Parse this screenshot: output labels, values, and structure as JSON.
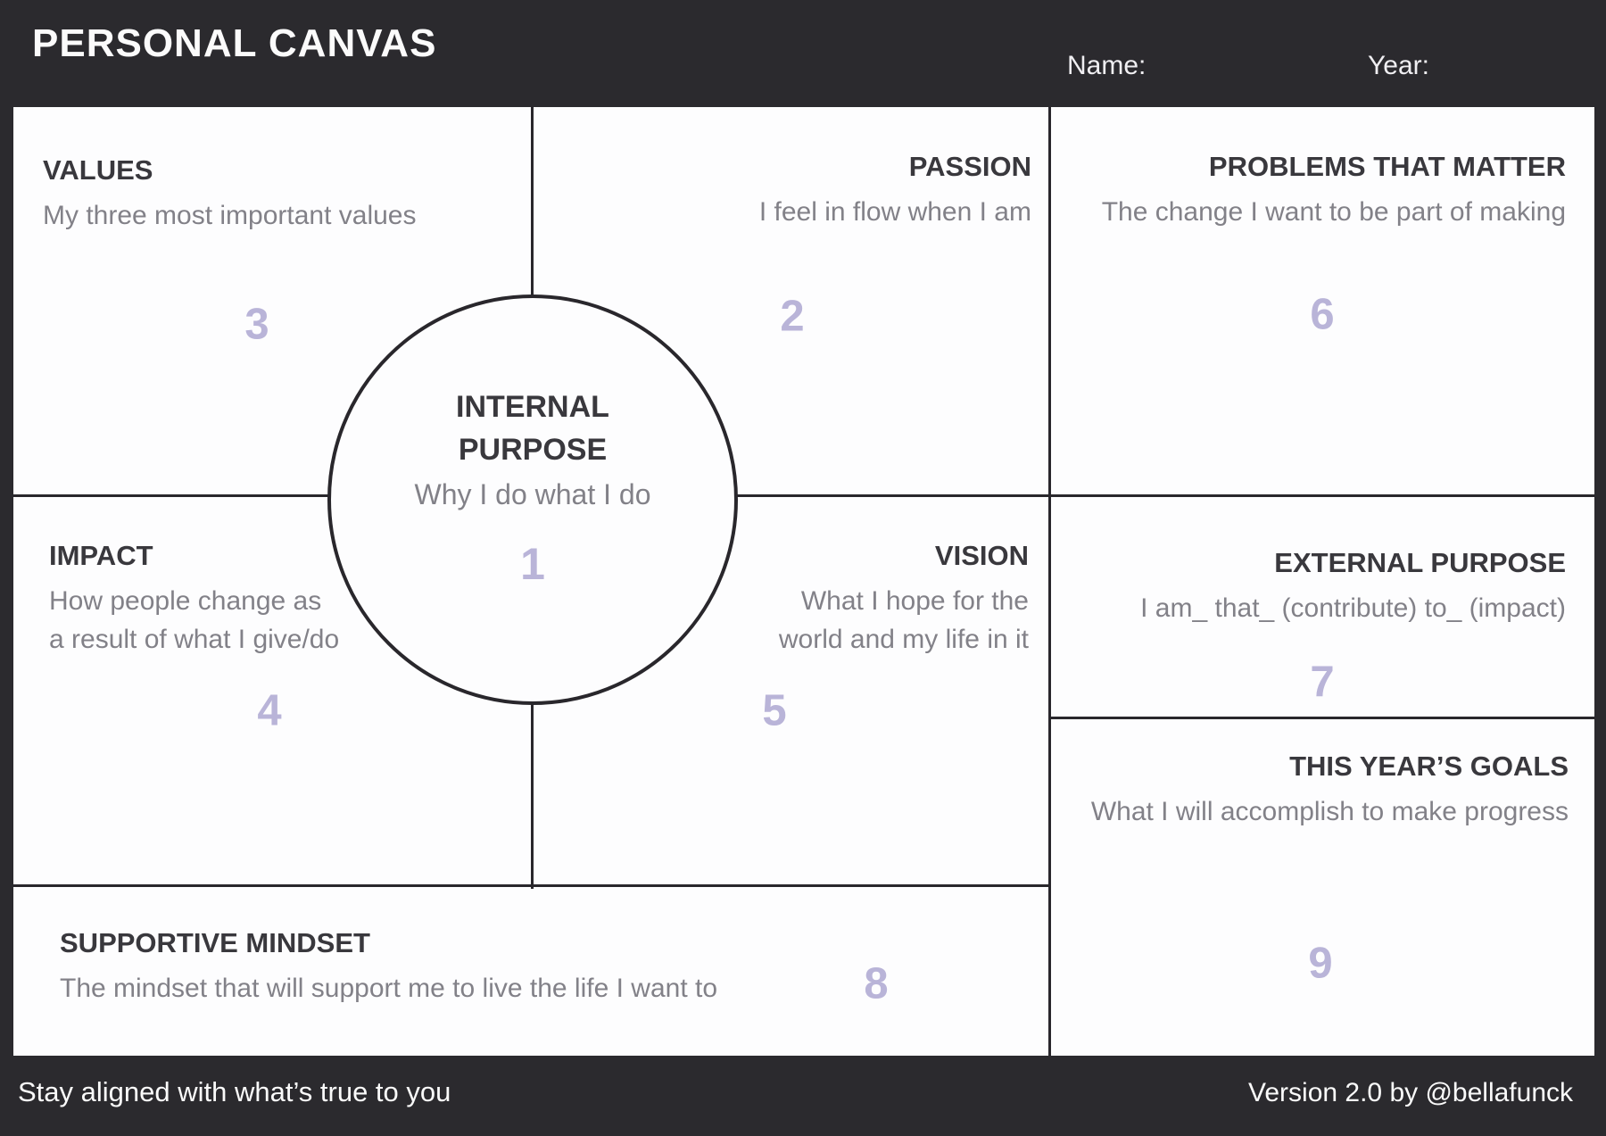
{
  "header": {
    "title": "PERSONAL CANVAS",
    "name_label": "Name:",
    "year_label": "Year:"
  },
  "sections": {
    "values": {
      "title": "VALUES",
      "subtitle": "My three most important values",
      "number": "3"
    },
    "passion": {
      "title": "PASSION",
      "subtitle": "I feel in flow when I am",
      "number": "2"
    },
    "problems": {
      "title": "PROBLEMS THAT MATTER",
      "subtitle": "The change I want to be part of making",
      "number": "6"
    },
    "impact": {
      "title": "IMPACT",
      "subtitle_line1": "How people change as",
      "subtitle_line2": "a result of what I give/do",
      "number": "4"
    },
    "internal_purpose": {
      "title_line1": "INTERNAL",
      "title_line2": "PURPOSE",
      "subtitle": "Why I do what I do",
      "number": "1"
    },
    "vision": {
      "title": "VISION",
      "subtitle_line1": "What I hope for the",
      "subtitle_line2": "world and my life in it",
      "number": "5"
    },
    "external_purpose": {
      "title": "EXTERNAL PURPOSE",
      "subtitle": "I am_ that_ (contribute) to_ (impact)",
      "number": "7"
    },
    "goals": {
      "title": "THIS YEAR’S GOALS",
      "subtitle": "What I will accomplish to make progress",
      "number": "9"
    },
    "mindset": {
      "title": "SUPPORTIVE MINDSET",
      "subtitle": "The mindset that will support me to live the life I want to",
      "number": "8"
    }
  },
  "footer": {
    "left": "Stay aligned with what’s true to you",
    "right": "Version 2.0 by @bellafunck"
  },
  "colors": {
    "background": "#2b2a2e",
    "canvas": "#fdfdfe",
    "grid_line": "#29272c",
    "heading_text": "#39383d",
    "subtitle_text": "#828188",
    "number_accent": "#b9b4d8",
    "header_text": "#fbfbfb"
  }
}
